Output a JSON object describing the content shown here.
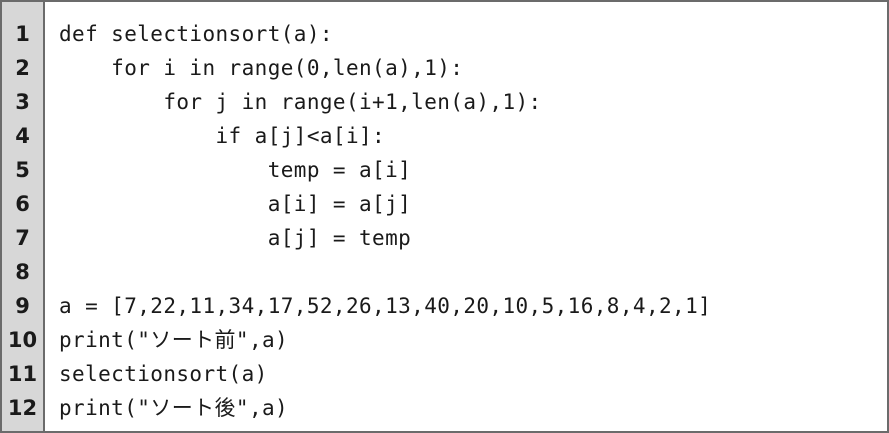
{
  "code": {
    "line_numbers": [
      "1",
      "2",
      "3",
      "4",
      "5",
      "6",
      "7",
      "8",
      "9",
      "10",
      "11",
      "12"
    ],
    "lines": [
      "def selectionsort(a):",
      "    for i in range(0,len(a),1):",
      "        for j in range(i+1,len(a),1):",
      "            if a[j]<a[i]:",
      "                temp = a[i]",
      "                a[i] = a[j]",
      "                a[j] = temp",
      "",
      "a = [7,22,11,34,17,52,26,13,40,20,10,5,16,8,4,2,1]",
      "print(\"ソート前\",a)",
      "selectionsort(a)",
      "print(\"ソート後\",a)"
    ]
  }
}
